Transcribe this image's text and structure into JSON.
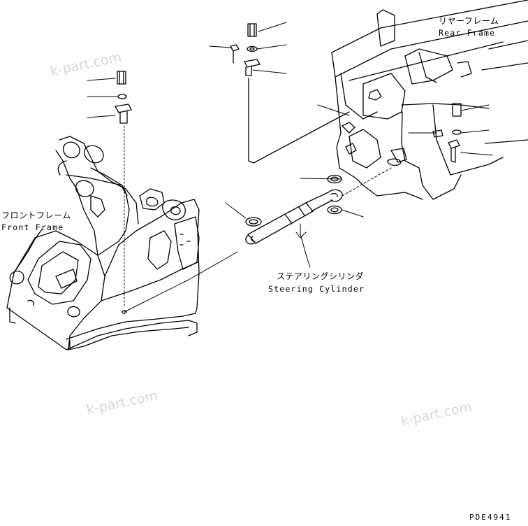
{
  "labels": {
    "rear_frame_jp": "リヤーフレーム",
    "rear_frame_en": "Rear Frame",
    "front_frame_jp": "フロントフレーム",
    "front_frame_en": "Front Frame",
    "steering_cylinder_jp": "ステアリングシリンダ",
    "steering_cylinder_en": "Steering Cylinder"
  },
  "watermark": "k-part.com",
  "drawing_code": "PDE4941",
  "colors": {
    "ink": "#000000",
    "watermark": "#d6d6d6"
  }
}
